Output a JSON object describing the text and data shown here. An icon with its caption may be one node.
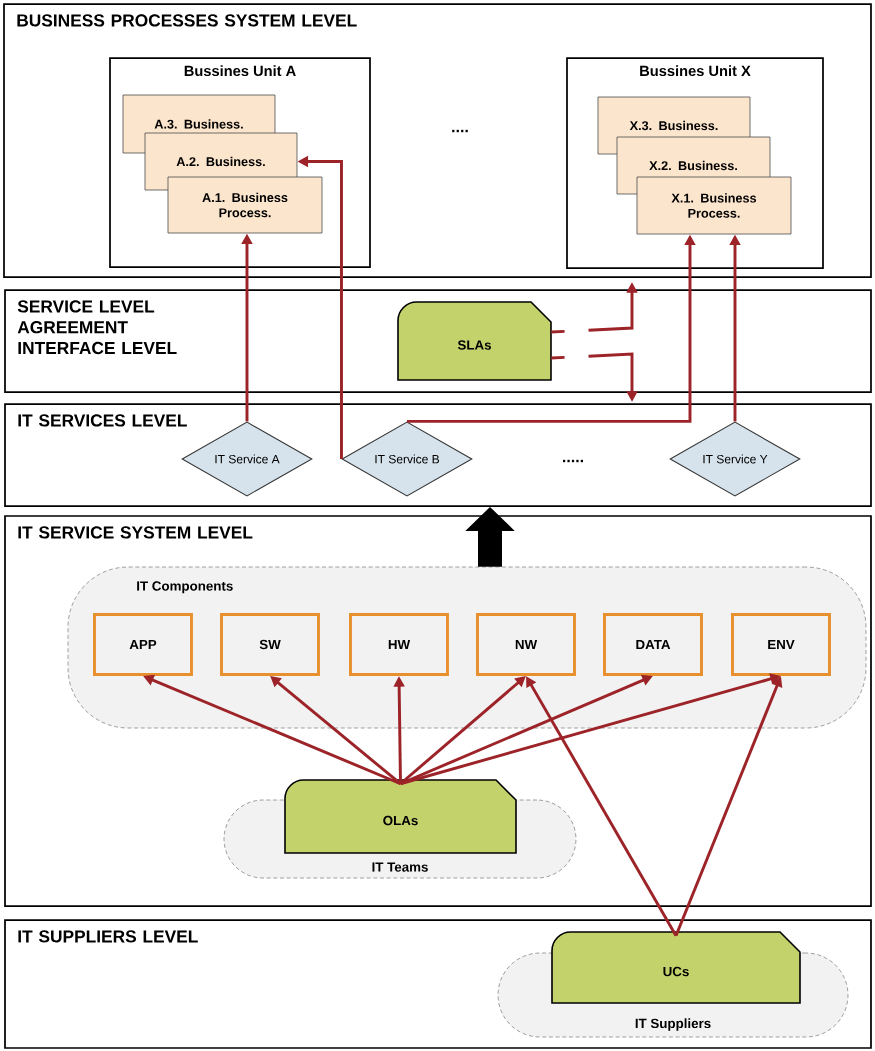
{
  "diagram": {
    "nodes": [
      {
        "text": [
          "BUSINESS PROCESSES SYSTEM LEVEL"
        ]
      },
      {
        "text": [
          "Bussines Unit A"
        ],
        "in": 0
      },
      {
        "text": [
          "A.3. Business."
        ],
        "in": 1
      },
      {
        "text": [
          "A.2. Business."
        ],
        "in": 1
      },
      {
        "text": [
          "A.1. Business Process."
        ],
        "in": 1
      },
      {
        "text": [
          "Bussines Unit X"
        ],
        "in": 0
      },
      {
        "text": [
          "X.3. Business."
        ],
        "in": 5
      },
      {
        "text": [
          "X.2. Business."
        ],
        "in": 5
      },
      {
        "text": [
          "X.1. Business Process."
        ],
        "in": 5
      },
      {
        "text": [
          "SERVICE LEVEL AGREEMENT INTERFACE LEVEL"
        ]
      },
      {
        "text": [
          "SLAs"
        ],
        "in": 9
      },
      {
        "text": [
          "IT SERVICES LEVEL"
        ]
      },
      {
        "text": [
          "IT Service A"
        ],
        "in": 11
      },
      {
        "text": [
          "IT Service B"
        ],
        "in": 11
      },
      {
        "text": [
          "IT Service Y"
        ],
        "in": 11
      },
      {
        "text": [
          "IT SERVICE SYSTEM LEVEL"
        ]
      },
      {
        "text": [
          "IT Components"
        ],
        "in": 15
      },
      {
        "text": [
          "APP"
        ],
        "in": 16
      },
      {
        "text": [
          "SW"
        ],
        "in": 16
      },
      {
        "text": [
          "HW"
        ],
        "in": 16
      },
      {
        "text": [
          "NW"
        ],
        "in": 16
      },
      {
        "text": [
          "DATA"
        ],
        "in": 16
      },
      {
        "text": [
          "ENV"
        ],
        "in": 16
      },
      {
        "text": [
          "IT Teams"
        ],
        "in": 15
      },
      {
        "text": [
          "OLAs"
        ],
        "in": 15
      },
      {
        "text": [
          "IT SUPPLIERS LEVEL"
        ]
      },
      {
        "text": [
          "IT Suppliers"
        ],
        "in": 25
      },
      {
        "text": [
          "UCs"
        ],
        "in": 25
      }
    ],
    "edges": [
      {
        "from": 12,
        "to": 4,
        "arrow": "to"
      },
      {
        "from": 13,
        "to": 3,
        "arrow": "to"
      },
      {
        "from": 13,
        "to": 8,
        "arrow": "to"
      },
      {
        "from": 14,
        "to": 8,
        "arrow": "to"
      },
      {
        "from": 10,
        "to": null,
        "arrow": "to",
        "style": "dashed"
      },
      {
        "from": 10,
        "to": null,
        "arrow": "to",
        "style": "dashed"
      },
      {
        "from": 16,
        "to": 11,
        "arrow": "to",
        "style": "thick",
        "color": "#000000"
      },
      {
        "from": 24,
        "to": 17,
        "arrow": "to"
      },
      {
        "from": 24,
        "to": 18,
        "arrow": "to"
      },
      {
        "from": 24,
        "to": 19,
        "arrow": "to"
      },
      {
        "from": 24,
        "to": 20,
        "arrow": "to"
      },
      {
        "from": 24,
        "to": 21,
        "arrow": "to"
      },
      {
        "from": 24,
        "to": 22,
        "arrow": "to"
      },
      {
        "from": 27,
        "to": 20,
        "arrow": "to"
      },
      {
        "from": 27,
        "to": 22,
        "arrow": "to"
      }
    ],
    "labels": [
      "....",
      "....."
    ]
  }
}
